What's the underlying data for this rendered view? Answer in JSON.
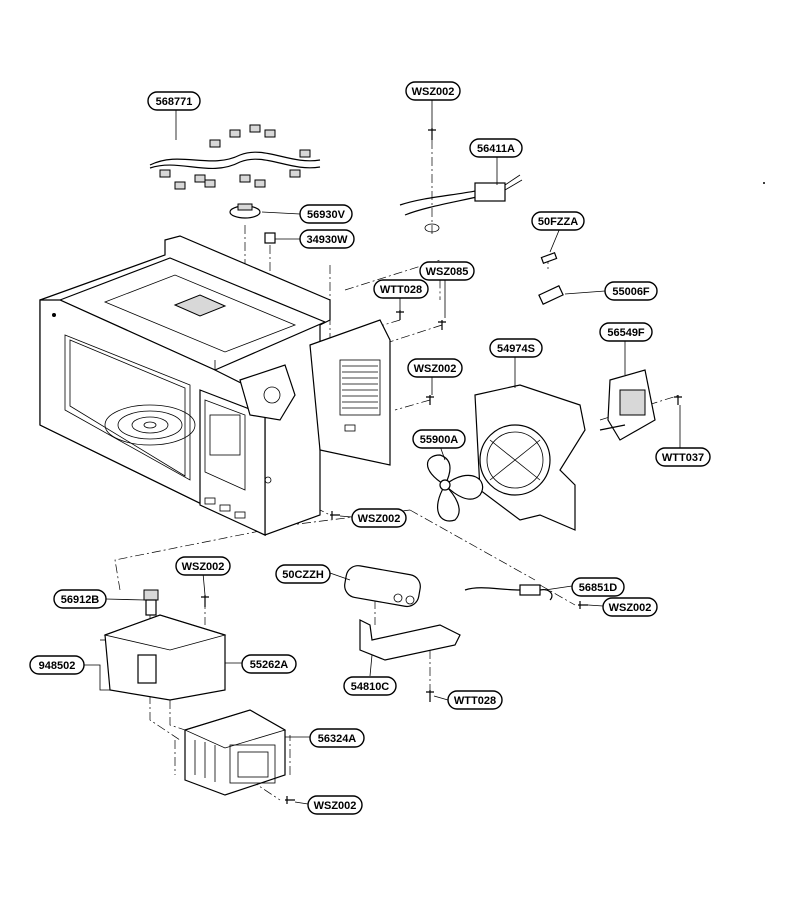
{
  "labels": {
    "l568771": "568771",
    "lWSZ002_top": "WSZ002",
    "l56411A": "56411A",
    "l56930V": "56930V",
    "l34930W": "34930W",
    "l50FZZA": "50FZZA",
    "lWSZ085": "WSZ085",
    "lWTT028_top": "WTT028",
    "l55006F": "55006F",
    "l54974S": "54974S",
    "l56549F": "56549F",
    "lWSZ002_mid": "WSZ002",
    "l55900A": "55900A",
    "lWTT037": "WTT037",
    "lWSZ002_c": "WSZ002",
    "l50CZZH": "50CZZH",
    "l56851D": "56851D",
    "lWSZ002_r": "WSZ002",
    "l56912B": "56912B",
    "lWSZ002_l": "WSZ002",
    "l948502": "948502",
    "l55262A": "55262A",
    "l54810C": "54810C",
    "lWTT028_b": "WTT028",
    "l56324A": "56324A",
    "lWSZ002_b": "WSZ002"
  }
}
